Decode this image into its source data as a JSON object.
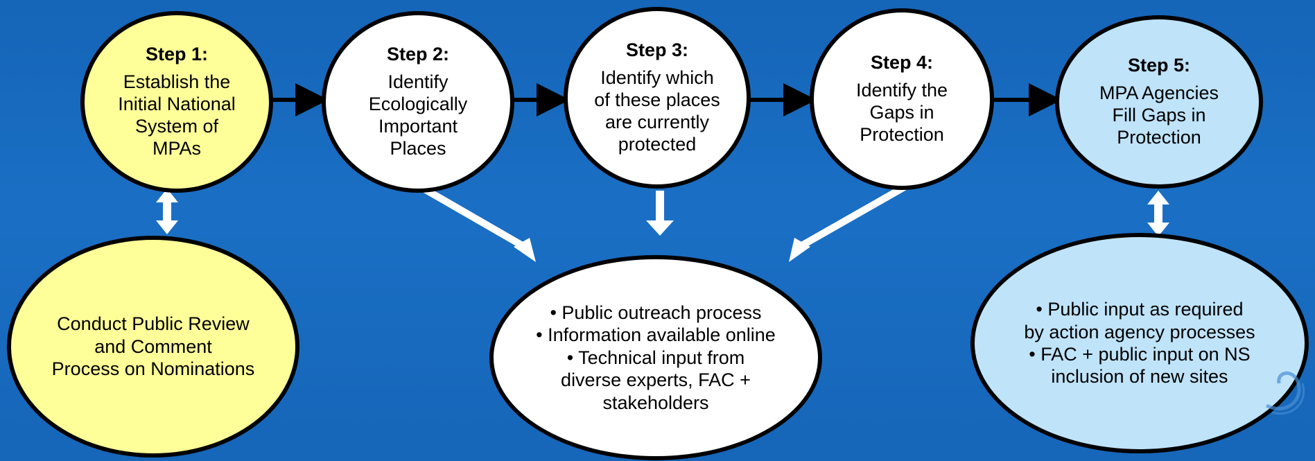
{
  "colors": {
    "background": "#1a6bbf",
    "yellow": "#ffff99",
    "white": "#ffffff",
    "light_blue": "#bfe3f9",
    "outline": "#000000",
    "arrow_dark": "#000000",
    "arrow_light": "#ffffff"
  },
  "steps": [
    {
      "title": "Step 1:",
      "body": "Establish the\nInitial National\nSystem of\nMPAs",
      "fill": "yellow"
    },
    {
      "title": "Step 2:",
      "body": "Identify\nEcologically\nImportant\nPlaces",
      "fill": "white"
    },
    {
      "title": "Step 3:",
      "body": "Identify which\nof these places\nare currently\nprotected",
      "fill": "white"
    },
    {
      "title": "Step 4:",
      "body": "Identify the\nGaps in\nProtection",
      "fill": "white"
    },
    {
      "title": "Step 5:",
      "body": "MPA Agencies\nFill Gaps in\nProtection",
      "fill": "light_blue"
    }
  ],
  "bottom": [
    {
      "body": "Conduct Public Review\nand Comment\nProcess on Nominations",
      "fill": "yellow"
    },
    {
      "body": "• Public outreach process\n• Information available online\n• Technical input from\ndiverse experts, FAC +\nstakeholders",
      "fill": "white"
    },
    {
      "body": "• Public input as required\nby action agency processes\n• FAC + public input on NS\ninclusion of new sites",
      "fill": "light_blue"
    }
  ],
  "icons": [
    "double-headed-arrow-icon",
    "arrow-right-icon",
    "arrow-down-icon",
    "swirl-logo-icon"
  ]
}
